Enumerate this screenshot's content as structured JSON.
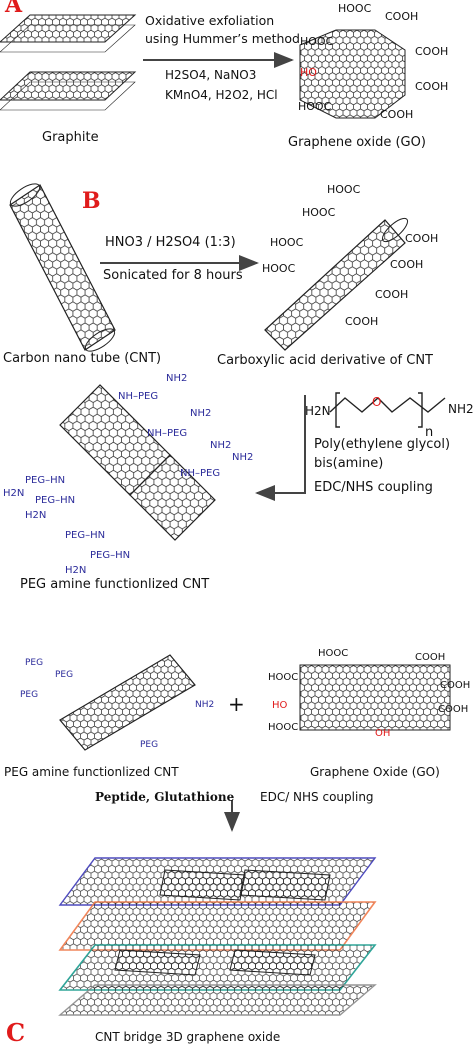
{
  "panel_a": {
    "letter": "A",
    "start_label": "Graphite",
    "arrow_top_line1": "Oxidative exfoliation",
    "arrow_top_line2": "using Hummer’s method",
    "reagents_line1": "H2SO4, NaNO3",
    "reagents_line2": "KMnO4, H2O2, HCl",
    "product_label": "Graphene oxide (GO)"
  },
  "panel_b": {
    "letter": "B",
    "arrow_top": "HNO3 / H2SO4 (1:3)",
    "arrow_bottom": "Sonicated for 8 hours",
    "start_label": "Carbon nano tube (CNT)",
    "product_label": "Carboxylic acid derivative of CNT",
    "reagent_name_line1": "Poly(ethylene glycol)",
    "reagent_name_line2": "bis(amine)",
    "coupling": "EDC/NHS coupling",
    "peg_product_label": "PEG amine functionlized CNT"
  },
  "panel_c": {
    "letter": "C",
    "left_label": "PEG amine functionlized CNT",
    "plus": "+",
    "right_label": "Graphene Oxide (GO)",
    "side_reagents": "Peptide, Glutathione",
    "coupling": "EDC/ NHS coupling",
    "final_label": "CNT bridge 3D graphene oxide"
  },
  "chem": {
    "cooh": "COOH",
    "hooc": "HOOC",
    "oh": "OH",
    "ho": "HO",
    "o": "O",
    "nh2": "NH2",
    "h2n": "H2N",
    "nh_peg": "NH–PEG",
    "peg_hn": "PEG–HN",
    "peg": "PEG",
    "n": "n"
  },
  "colors": {
    "red": "#e01b1b",
    "blue": "#2b2b9a",
    "purple_sheet": "#3b38b8",
    "orange_sheet": "#f07a4a",
    "teal_sheet": "#1a9c8e",
    "gray_sheet": "#8a8a8a",
    "line": "#111111"
  }
}
